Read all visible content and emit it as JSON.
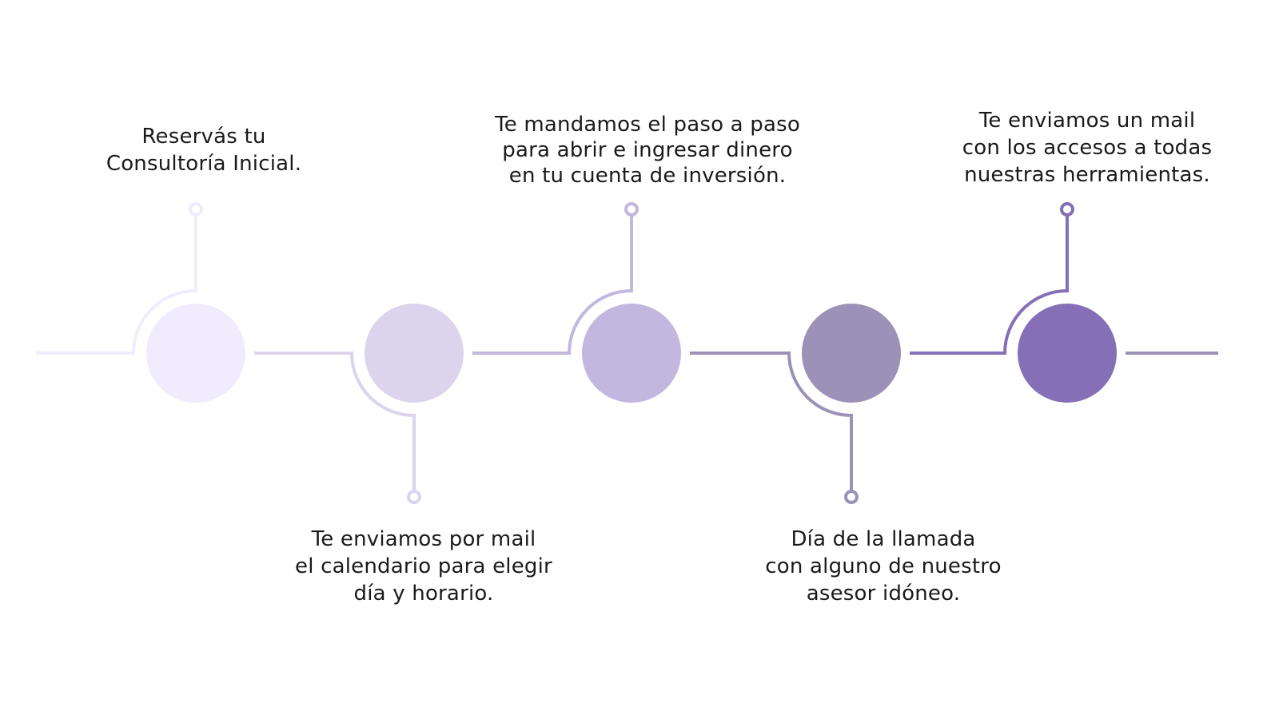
{
  "steps": [
    {
      "lines": [
        "Reservás tu",
        "Consultoría Inicial."
      ],
      "color": "#f0ebfd",
      "position": "top"
    },
    {
      "lines": [
        "Te enviamos por mail",
        "el calendario para elegir",
        "día y horario."
      ],
      "color": "#dbd4ec",
      "position": "bottom"
    },
    {
      "lines": [
        "Te mandamos el paso a paso",
        "para abrir e ingresar dinero",
        "en tu cuenta de inversión."
      ],
      "color": "#c2b7de",
      "position": "top"
    },
    {
      "lines": [
        "Día de la llamada",
        "con alguno de nuestro",
        "asesor idóneo."
      ],
      "color": "#9c91b6",
      "position": "bottom"
    },
    {
      "lines": [
        "Te enviamos un mail",
        "con los accesos a todas",
        "nuestras herramientas."
      ],
      "color": "#856fb7",
      "position": "top"
    }
  ],
  "end_line_color": "#9c91b6"
}
